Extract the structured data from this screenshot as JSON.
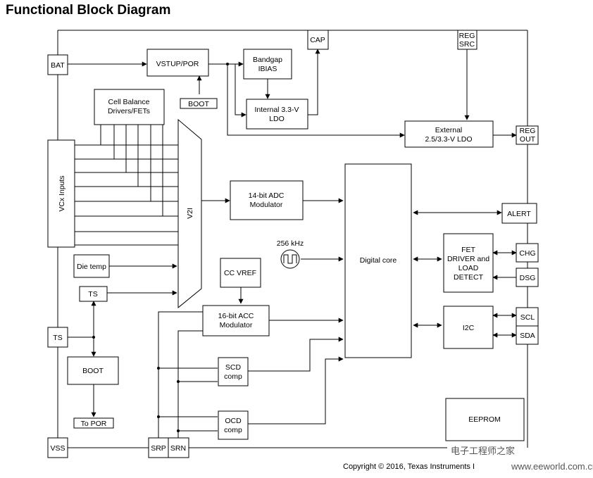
{
  "title": "Functional Block Diagram",
  "copyright": "Copyright © 2016, Texas Instruments I",
  "watermark": {
    "line1": "电子工程师之家",
    "line2": "www.eeworld.com.cn"
  },
  "pins": {
    "bat": "BAT",
    "cap": "CAP",
    "reg_src": [
      "REG",
      "SRC"
    ],
    "reg_out": [
      "REG",
      "OUT"
    ],
    "alert": "ALERT",
    "chg": "CHG",
    "dsg": "DSG",
    "scl": "SCL",
    "sda": "SDA",
    "ts_pin": "TS",
    "vss": "VSS",
    "srp": "SRP",
    "srn": "SRN"
  },
  "blocks": {
    "vstup_por": "VSTUP/POR",
    "bandgap": [
      "Bandgap",
      "IBIAS"
    ],
    "boot_small": "BOOT",
    "internal_ldo": [
      "Internal 3.3-V",
      "LDO"
    ],
    "cell_balance": [
      "Cell Balance",
      "Drivers/FETs"
    ],
    "external_ldo": [
      "External",
      "2.5/3.3-V LDO"
    ],
    "vcx_inputs": "VCx Inputs",
    "v2i": "V2I",
    "adc": [
      "14-bit ADC",
      "Modulator"
    ],
    "clock": "256 kHz",
    "digital_core": "Digital core",
    "fet_driver": [
      "FET",
      "DRIVER and",
      "LOAD",
      "DETECT"
    ],
    "die_temp": "Die temp",
    "ts_internal": "TS",
    "cc_vref": "CC VREF",
    "acc": [
      "16-bit ACC",
      "Modulator"
    ],
    "i2c": "I2C",
    "boot_large": "BOOT",
    "scd": [
      "SCD",
      "comp"
    ],
    "ocd": [
      "OCD",
      "comp"
    ],
    "to_por": "To POR",
    "eeprom": "EEPROM"
  }
}
